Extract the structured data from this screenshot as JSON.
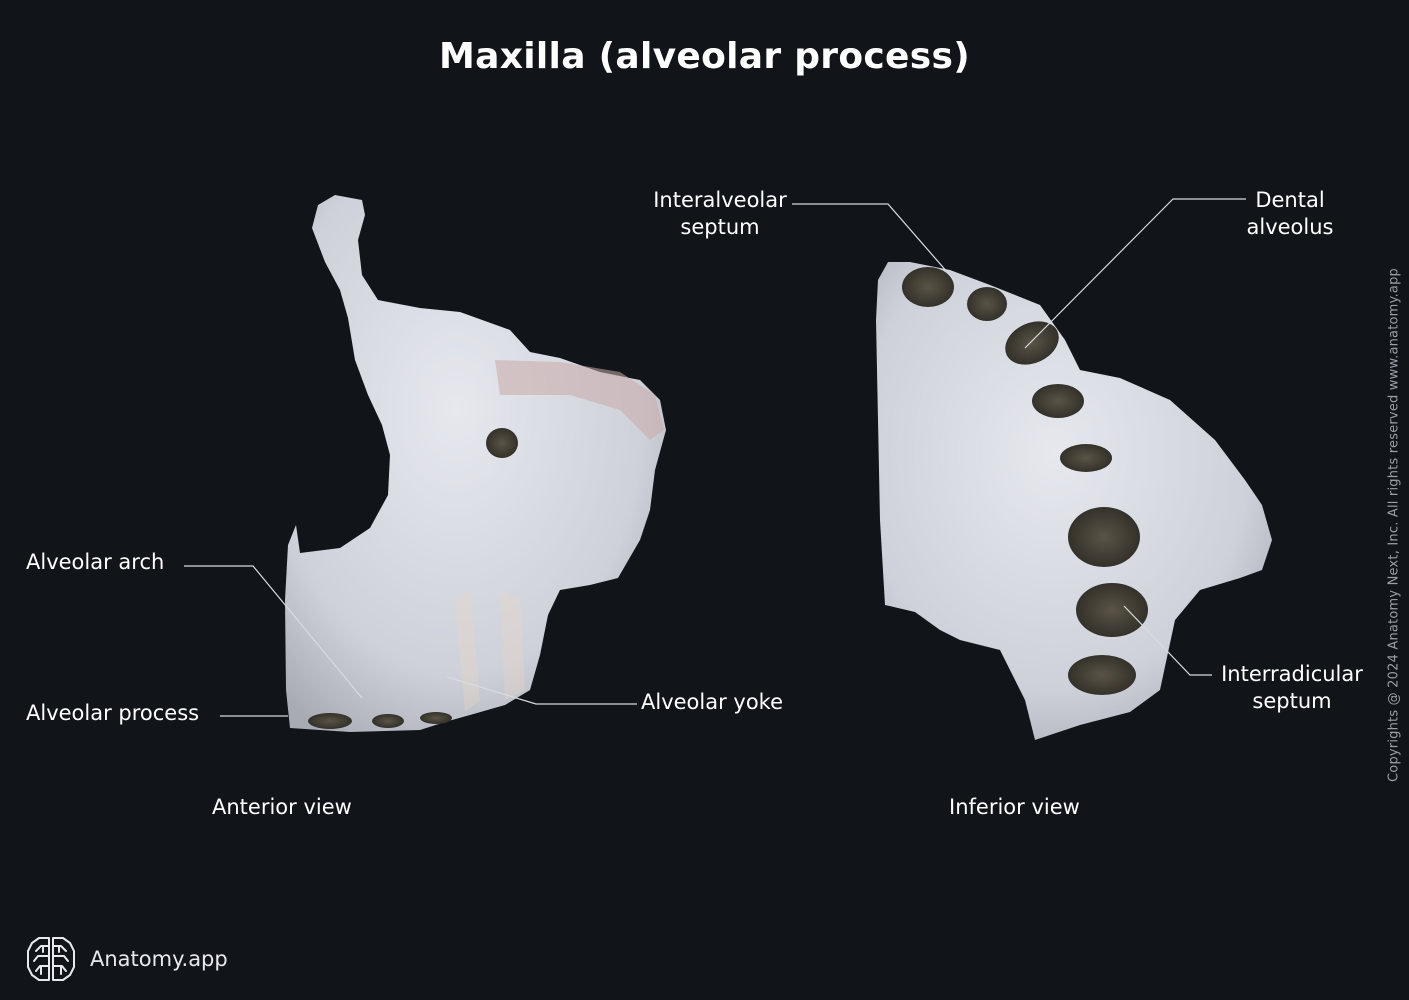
{
  "title": "Maxilla (alveolar process)",
  "views": {
    "anterior": {
      "caption": "Anterior view",
      "labels": {
        "alveolar_arch": "Alveolar arch",
        "alveolar_process": "Alveolar process",
        "alveolar_yoke": "Alveolar yoke"
      }
    },
    "inferior": {
      "caption": "Inferior view",
      "labels": {
        "interalveolar_septum_line1": "Interalveolar",
        "interalveolar_septum_line2": "septum",
        "dental_alveolus_line1": "Dental",
        "dental_alveolus_line2": "alveolus",
        "interradicular_septum_line1": "Interradicular",
        "interradicular_septum_line2": "septum"
      }
    }
  },
  "copyright": "Copyrights @ 2024 Anatomy Next, Inc. All rights reserved www.anatomy.app",
  "brand": {
    "name": "Anatomy.app",
    "icon": "brain-icon"
  },
  "colors": {
    "background": "#111419",
    "text": "#ffffff",
    "leader_line": "#d9dbe0",
    "bone": "#d6d8e0",
    "bone_shadow": "#a9abb5",
    "socket": "#4a4538"
  }
}
